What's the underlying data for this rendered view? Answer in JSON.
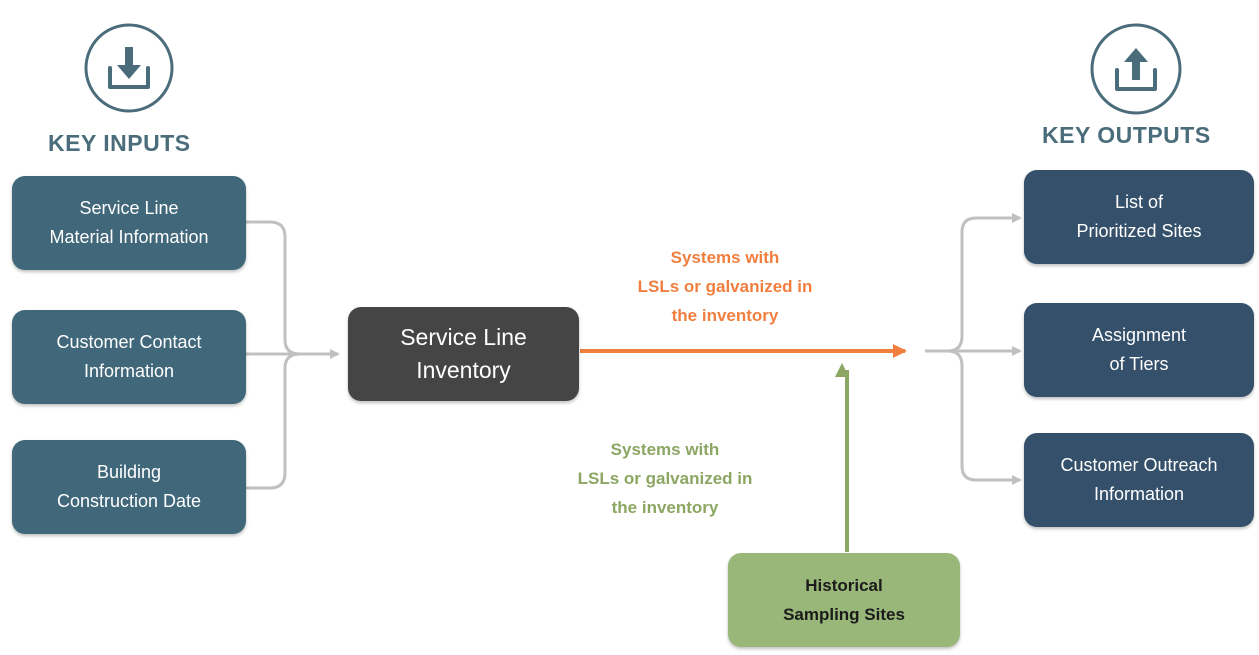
{
  "colors": {
    "input_box": "#41677a",
    "output_box": "#34506a",
    "hub_box": "#454545",
    "historical_box": "#9ab77a",
    "heading_text": "#4b6d7b",
    "orange_accent": "#f07f3f",
    "green_accent": "#8ca663",
    "connector_gray": "#c0c0c0"
  },
  "inputs": {
    "icon": "download-icon",
    "heading": "KEY INPUTS",
    "items": [
      {
        "label": "Service Line\nMaterial Information"
      },
      {
        "label": "Customer Contact\nInformation"
      },
      {
        "label": "Building\nConstruction Date"
      }
    ]
  },
  "hub": {
    "label": "Service Line\nInventory"
  },
  "orange_note": "Systems with\nLSLs or galvanized in\nthe inventory",
  "green_note": "Systems with\nLSLs or galvanized in\nthe inventory",
  "historical": {
    "label": "Historical\nSampling Sites"
  },
  "outputs": {
    "icon": "upload-icon",
    "heading": "KEY OUTPUTS",
    "items": [
      {
        "label": "List of\nPrioritized Sites"
      },
      {
        "label": "Assignment\nof Tiers"
      },
      {
        "label": "Customer Outreach\nInformation"
      }
    ]
  }
}
